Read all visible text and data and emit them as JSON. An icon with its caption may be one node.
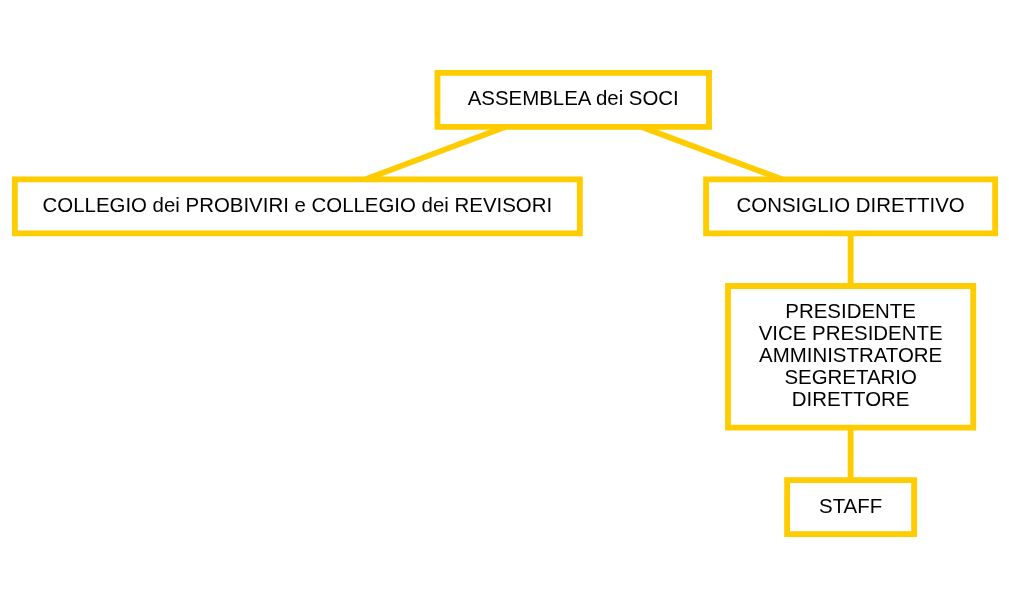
{
  "diagram": {
    "nodes": [
      {
        "text": [
          "ASSEMBLEA dei SOCI"
        ]
      },
      {
        "text": [
          "COLLEGIO dei PROBIVIRI e COLLEGIO dei REVISORI"
        ]
      },
      {
        "text": [
          "CONSIGLIO DIRETTIVO"
        ]
      },
      {
        "text": [
          "PRESIDENTE",
          "VICE PRESIDENTE",
          "AMMINISTRATORE",
          "SEGRETARIO",
          "DIRETTORE"
        ]
      },
      {
        "text": [
          "STAFF"
        ]
      }
    ],
    "edges": [
      {
        "from": 0,
        "to": 1,
        "arrow": "none"
      },
      {
        "from": 0,
        "to": 2,
        "arrow": "none"
      },
      {
        "from": 2,
        "to": 3,
        "arrow": "none"
      },
      {
        "from": 3,
        "to": 4,
        "arrow": "none"
      }
    ]
  }
}
